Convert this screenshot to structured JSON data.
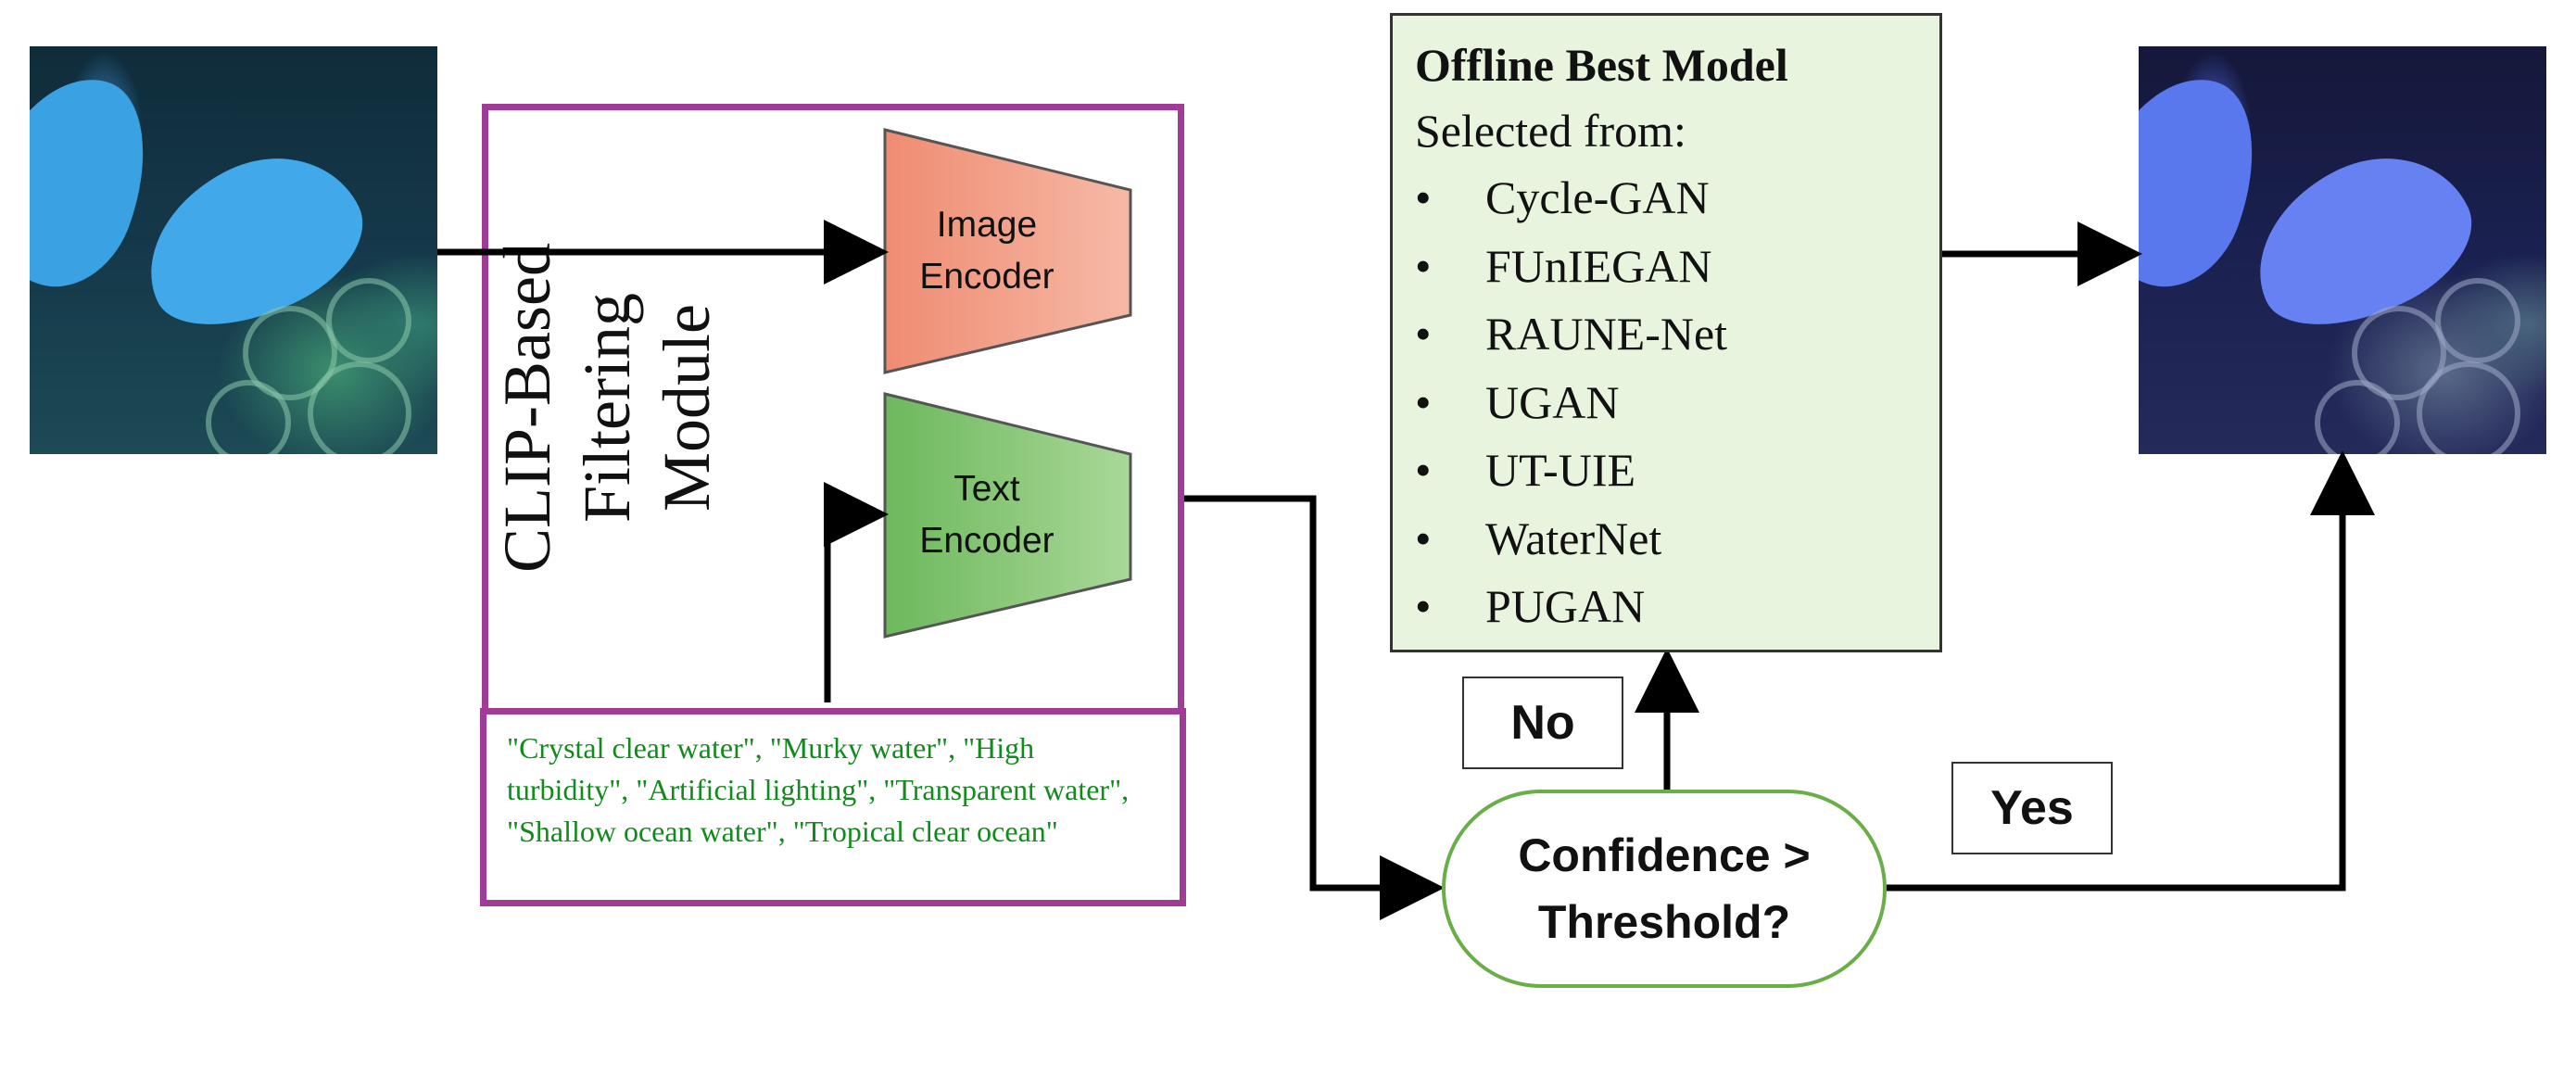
{
  "module": {
    "title_lines": [
      "CLIP-Based",
      "Filtering",
      "Module"
    ],
    "image_encoder": [
      "Image",
      "Encoder"
    ],
    "text_encoder": [
      "Text",
      "Encoder"
    ],
    "prompts": "\"Crystal clear water\", \"Murky water\", \"High turbidity\", \"Artificial lighting\", \"Transparent water\", \"Shallow ocean water\", \"Tropical clear ocean\""
  },
  "model_box": {
    "title": "Offline Best Model",
    "subtitle": "Selected from:",
    "bullet": "•",
    "models": [
      "Cycle-GAN",
      "FUnIEGAN",
      "RAUNE-Net",
      "UGAN",
      "UT-UIE",
      "WaterNet",
      "PUGAN"
    ]
  },
  "decision": {
    "lines": [
      "Confidence >",
      "Threshold?"
    ]
  },
  "labels": {
    "no": "No",
    "yes": "Yes"
  },
  "colors": {
    "module_border": "#a03b98",
    "image_encoder": "#f0947a",
    "text_encoder": "#7fc070",
    "model_box_fill": "#e9f4df",
    "decision_border": "#6aae47",
    "prompt_text": "#128a1d"
  }
}
